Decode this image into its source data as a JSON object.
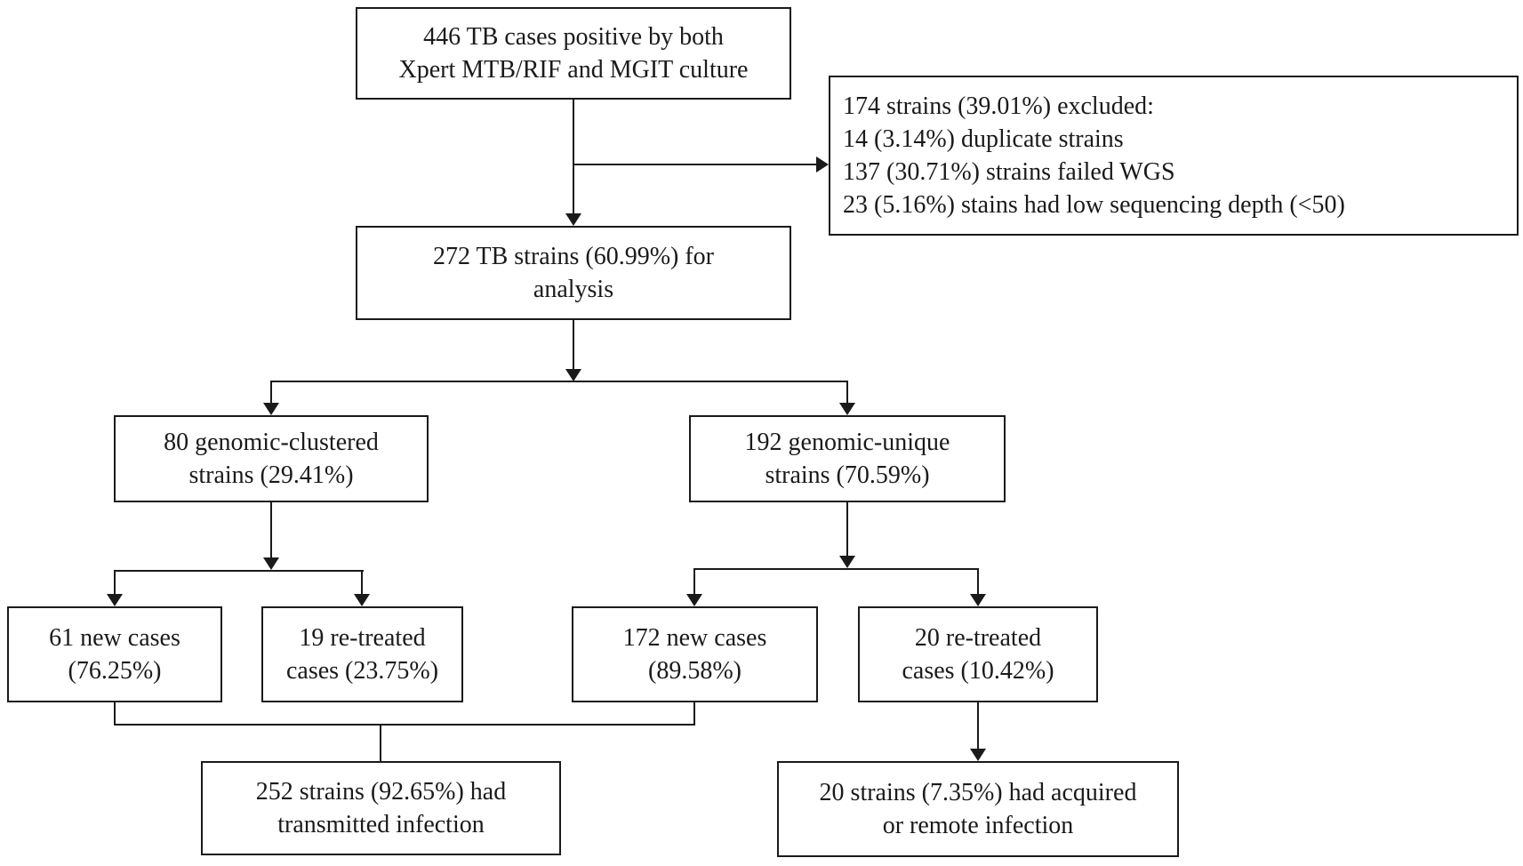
{
  "diagram": {
    "colors": {
      "line": "#1a1a1a",
      "box_border": "#1a1a1a",
      "text": "#1a1a1a",
      "background": "#ffffff"
    },
    "nodes": {
      "total_cases": {
        "lines": [
          "446 TB cases positive by both",
          "Xpert MTB/RIF and MGIT culture"
        ]
      },
      "excluded": {
        "lines": [
          "174 strains (39.01%) excluded:",
          "14 (3.14%) duplicate strains",
          "137 (30.71%) strains failed WGS",
          "23 (5.16%) stains had low sequencing depth (<50)"
        ]
      },
      "analyzed": {
        "lines": [
          "272 TB strains (60.99%) for",
          "analysis"
        ]
      },
      "clustered": {
        "lines": [
          "80 genomic-clustered",
          "strains (29.41%)"
        ]
      },
      "unique": {
        "lines": [
          "192 genomic-unique",
          "strains (70.59%)"
        ]
      },
      "clustered_new": {
        "lines": [
          "61 new cases",
          "(76.25%)"
        ]
      },
      "clustered_retreated": {
        "lines": [
          "19 re-treated",
          "cases (23.75%)"
        ]
      },
      "unique_new": {
        "lines": [
          "172 new cases",
          "(89.58%)"
        ]
      },
      "unique_retreated": {
        "lines": [
          "20 re-treated",
          "cases (10.42%)"
        ]
      },
      "transmitted": {
        "lines": [
          "252 strains (92.65%) had",
          "transmitted infection"
        ]
      },
      "acquired": {
        "lines": [
          "20 strains (7.35%) had acquired",
          "or remote infection"
        ]
      }
    },
    "edges": [
      {
        "from": "total_cases",
        "to": "analyzed"
      },
      {
        "from": "total_cases",
        "to": "excluded"
      },
      {
        "from": "analyzed",
        "to": "clustered"
      },
      {
        "from": "analyzed",
        "to": "unique"
      },
      {
        "from": "clustered",
        "to": "clustered_new"
      },
      {
        "from": "clustered",
        "to": "clustered_retreated"
      },
      {
        "from": "unique",
        "to": "unique_new"
      },
      {
        "from": "unique",
        "to": "unique_retreated"
      },
      {
        "from": "clustered_new",
        "to": "transmitted"
      },
      {
        "from": "clustered_retreated",
        "to": "transmitted"
      },
      {
        "from": "unique_new",
        "to": "transmitted"
      },
      {
        "from": "unique_retreated",
        "to": "acquired"
      }
    ]
  }
}
